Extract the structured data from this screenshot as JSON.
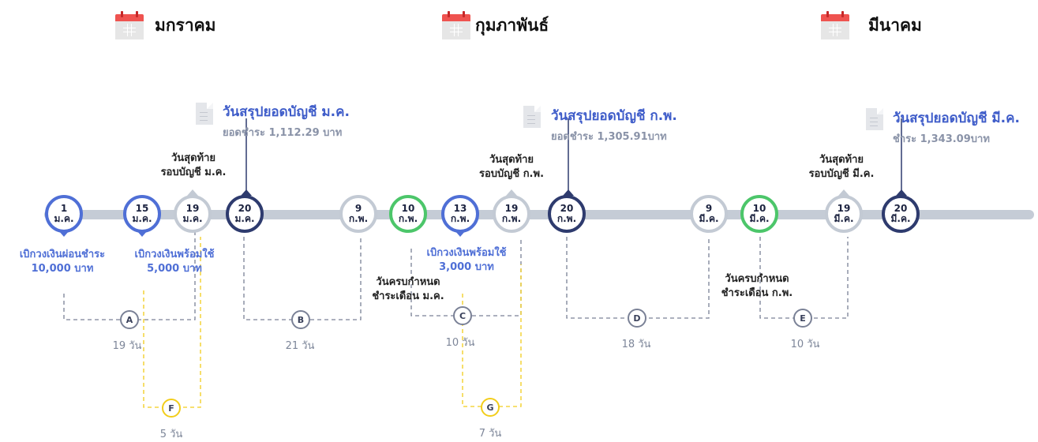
{
  "months": [
    "มกราคม",
    "กุมภาพันธ์",
    "มีนาคม"
  ],
  "icons": {
    "month": "calendar-icon",
    "summary": "document-icon"
  },
  "colors": {
    "blue": "#4f6fd6",
    "gray": "#c3cad4",
    "green": "#4cc66a",
    "navy": "#2e3b6e",
    "yellow": "#f2cd1b",
    "timeline": "#c5ccd6"
  },
  "nodes": [
    {
      "day": "1",
      "month": "ม.ค."
    },
    {
      "day": "15",
      "month": "ม.ค."
    },
    {
      "day": "19",
      "month": "ม.ค."
    },
    {
      "day": "20",
      "month": "ม.ค."
    },
    {
      "day": "9",
      "month": "ก.พ."
    },
    {
      "day": "10",
      "month": "ก.พ."
    },
    {
      "day": "13",
      "month": "ก.พ."
    },
    {
      "day": "19",
      "month": "ก.พ."
    },
    {
      "day": "20",
      "month": "ก.พ."
    },
    {
      "day": "9",
      "month": "มี.ค."
    },
    {
      "day": "10",
      "month": "มี.ค."
    },
    {
      "day": "19",
      "month": "มี.ค."
    },
    {
      "day": "20",
      "month": "มี.ค."
    }
  ],
  "summaries": [
    {
      "title": "วันสรุปยอดบัญชี ม.ค.",
      "sub": "ยอดชำระ 1,112.29 บาท"
    },
    {
      "title": "วันสรุปยอดบัญชี ก.พ.",
      "sub": "ยอดชำระ 1,305.91บาท"
    },
    {
      "title": "วันสรุปยอดบัญชี มี.ค.",
      "sub": "ชำระ 1,343.09บาท"
    }
  ],
  "cycle_end_labels": [
    {
      "line1": "วันสุดท้าย",
      "line2": "รอบบัญชี ม.ค."
    },
    {
      "line1": "วันสุดท้าย",
      "line2": "รอบบัญชี ก.พ."
    },
    {
      "line1": "วันสุดท้าย",
      "line2": "รอบบัญชี มี.ค."
    }
  ],
  "withdrawals": [
    {
      "line1": "เบิกวงเงินผ่อนชำระ",
      "line2": "10,000 บาท"
    },
    {
      "line1": "เบิกวงเงินพร้อมใช้",
      "line2": "5,000 บาท"
    },
    {
      "line1": "เบิกวงเงินพร้อมใช้",
      "line2": "3,000 บาท"
    }
  ],
  "due_dates": [
    {
      "line1": "วันครบกำหนด",
      "line2": "ชำระเดือน ม.ค."
    },
    {
      "line1": "วันครบกำหนด",
      "line2": "ชำระเดือน ก.พ."
    }
  ],
  "intervals": [
    {
      "badge": "A",
      "duration": "19 วัน"
    },
    {
      "badge": "B",
      "duration": "21 วัน"
    },
    {
      "badge": "C",
      "duration": "10 วัน"
    },
    {
      "badge": "D",
      "duration": "18 วัน"
    },
    {
      "badge": "E",
      "duration": "10 วัน"
    },
    {
      "badge": "F",
      "duration": "5 วัน"
    },
    {
      "badge": "G",
      "duration": "7 วัน"
    }
  ]
}
